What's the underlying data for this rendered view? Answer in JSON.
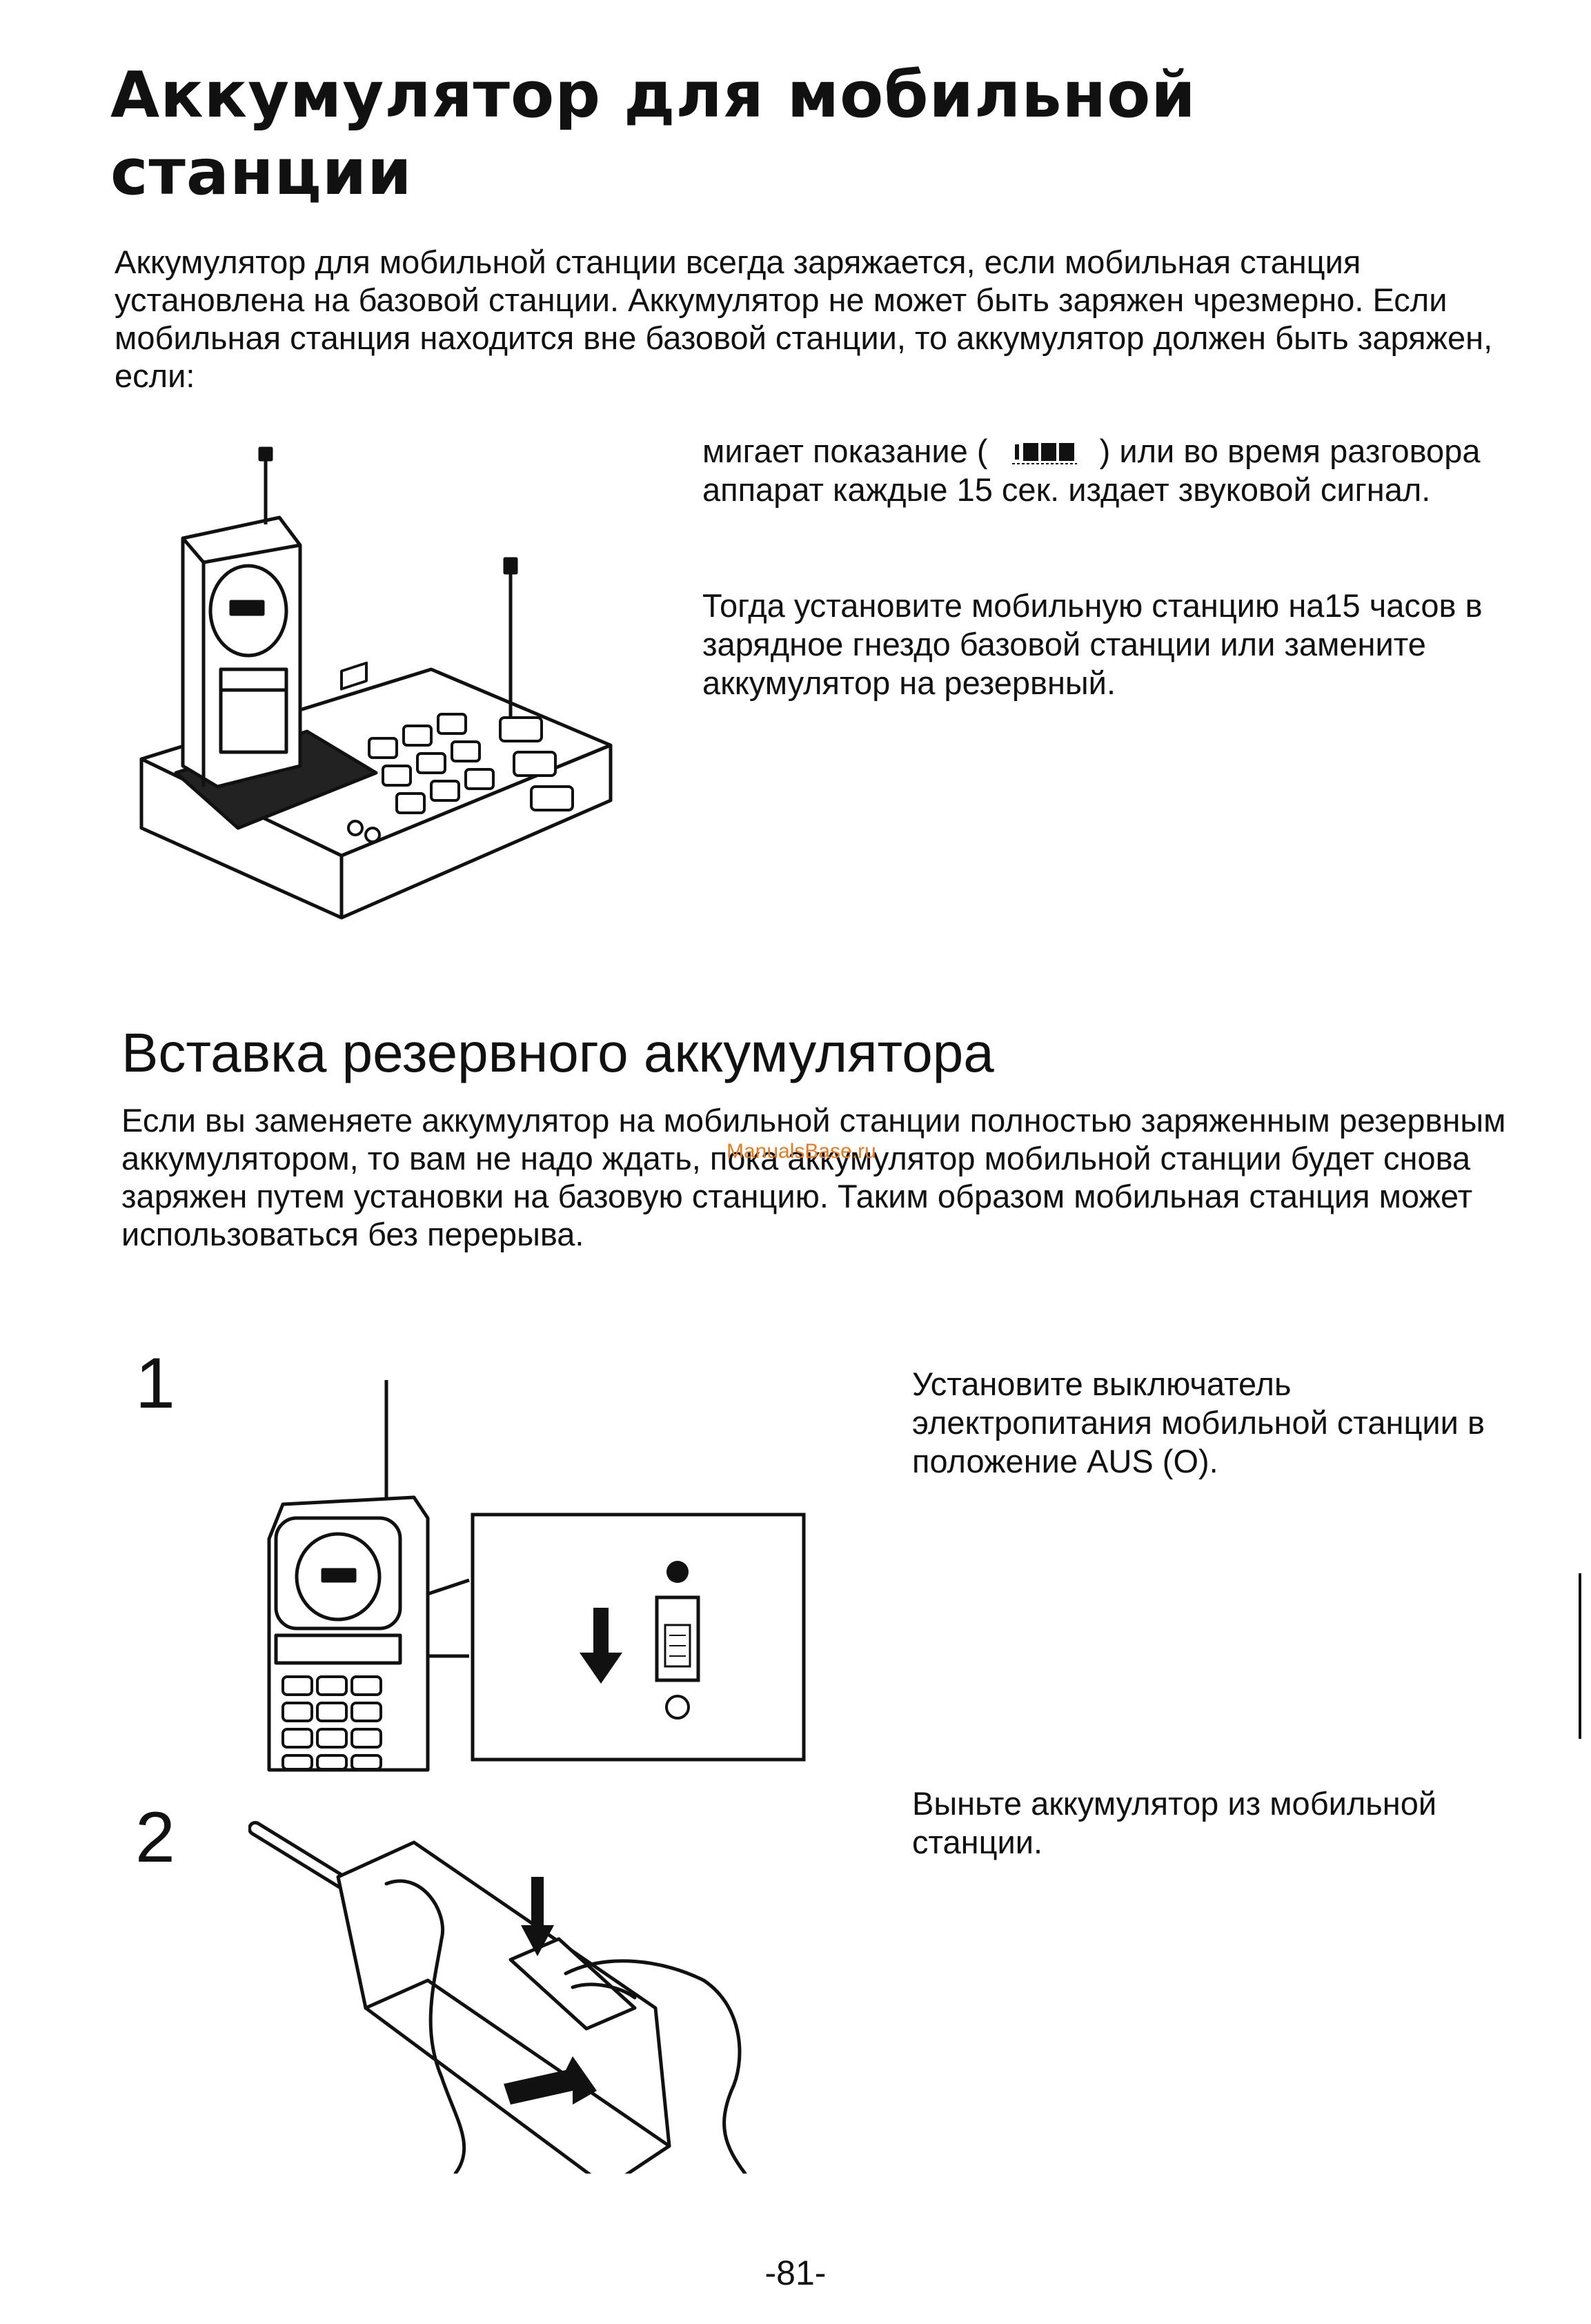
{
  "section1": {
    "title": "Аккумулятор для мобильной станции",
    "intro": "Аккумулятор для мобильной станции всегда заряжается, если мобильная станция установлена на базовой станции. Аккумулятор не может быть заряжен чрезмерно. Если мобильная станция находится вне базовой станции, то аккумулятор должен быть заряжен, если:",
    "condition_before": "мигает показание (",
    "condition_after": ") или во время разговора аппарат каждые 15 сек. издает звуковой сигнал.",
    "action": "Тогда установите мобильную станцию на15 часов в зарядное гнездо базовой станции или замените аккумулятор на резервный.",
    "indicator_icon": "battery-level-icon"
  },
  "section2": {
    "heading": "Вставка резервного аккумулятора",
    "body": "Если вы заменяете аккумулятор на мобильной станции полностью заряженным резервным аккумулятором, то вам не надо ждать, пока аккумулятор мобильной станции будет снова заряжен путем установки на базовую станцию. Таким образом мобильная станция может использоваться без перерыва.",
    "watermark": "ManualsBase.ru"
  },
  "steps": [
    {
      "number": "1",
      "text": "Установите выключатель электропитания мобильной станции в положение AUS (O)."
    },
    {
      "number": "2",
      "text": "Выньте аккумулятор из мобильной станции."
    }
  ],
  "page_number": "-81-"
}
